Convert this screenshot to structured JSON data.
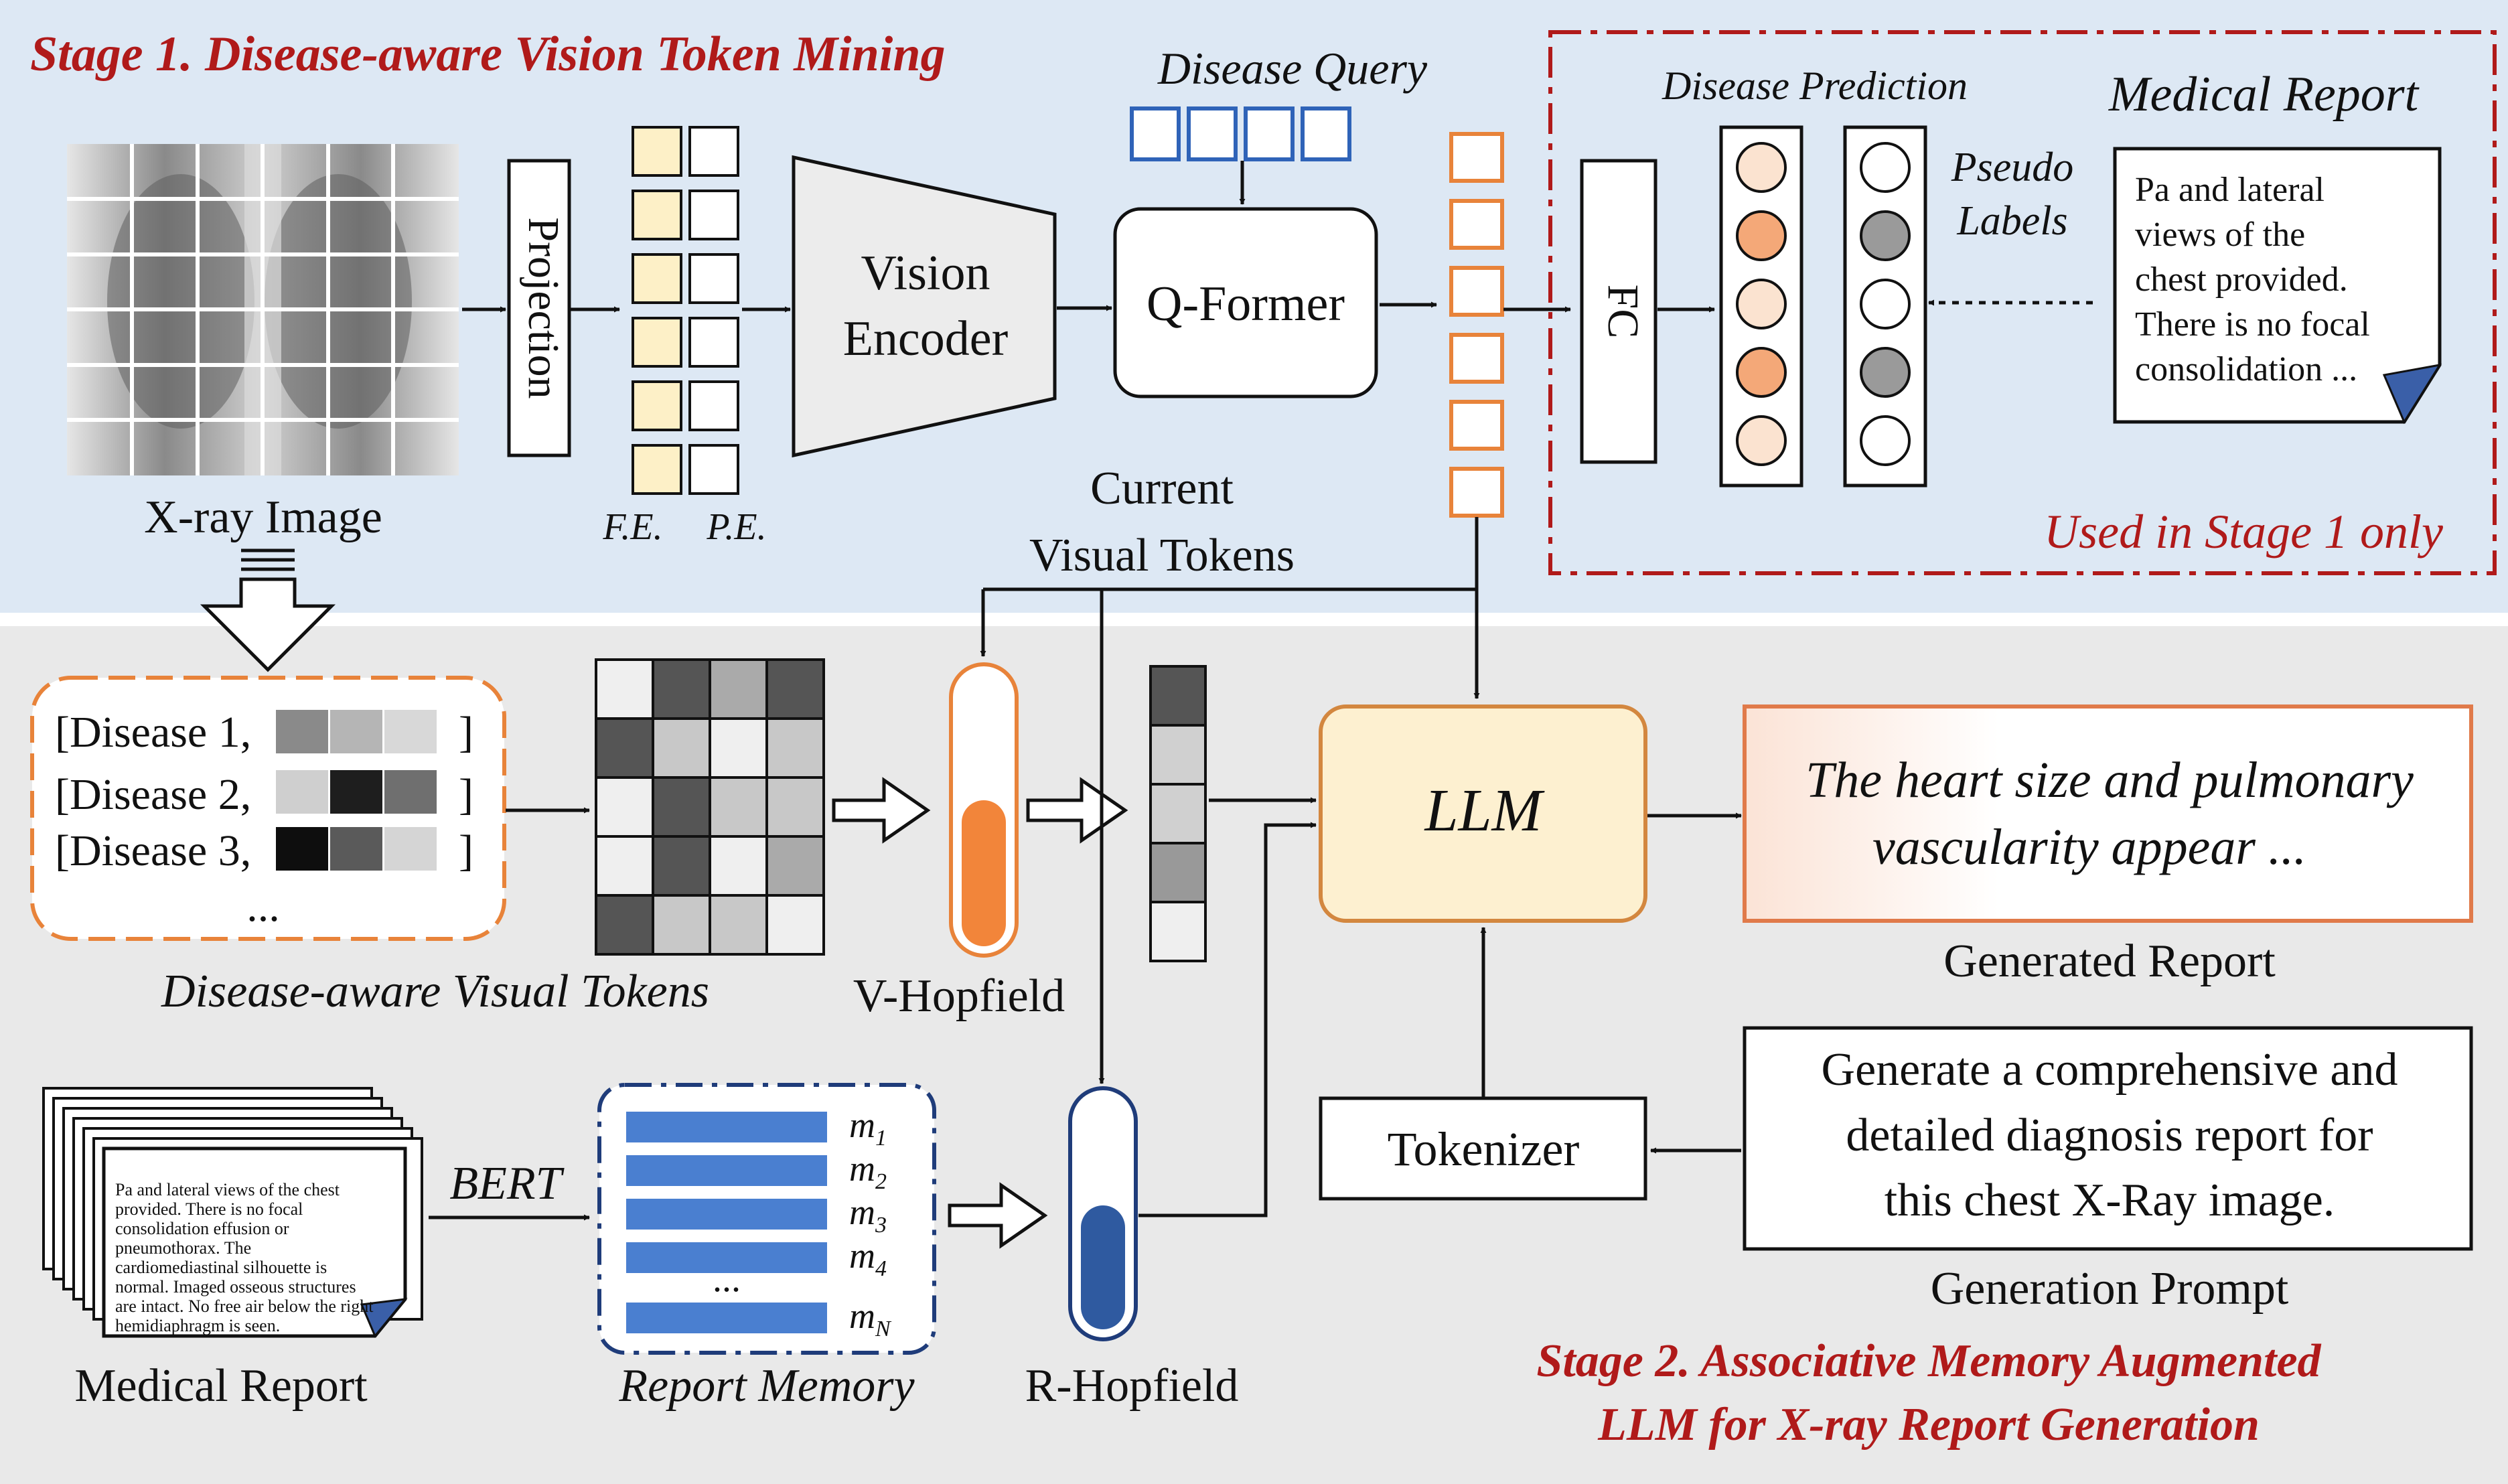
{
  "stage1": {
    "title": "Stage 1. Disease-aware Vision Token Mining",
    "xray_label": "X-ray Image",
    "projection": "Projection",
    "fe_label": "F.E.",
    "pe_label": "P.E.",
    "vision_encoder_line1": "Vision",
    "vision_encoder_line2": "Encoder",
    "disease_query": "Disease Query",
    "qformer": "Q-Former",
    "current_tokens_line1": "Current",
    "current_tokens_line2": "Visual Tokens",
    "disease_prediction": "Disease Prediction",
    "fc": "FC",
    "pseudo_line1": "Pseudo",
    "pseudo_line2": "Labels",
    "medical_report_title": "Medical Report",
    "report_lines": [
      "Pa and lateral",
      "views of the",
      "chest provided.",
      "There is no focal",
      "consolidation ..."
    ],
    "used_in_stage1": "Used in Stage 1 only"
  },
  "stage2": {
    "disease_rows": [
      "[Disease 1,",
      "[Disease 2,",
      "[Disease 3,"
    ],
    "bracket_close": "]",
    "ellipsis": "...",
    "disease_tokens_label": "Disease-aware Visual Tokens",
    "v_hopfield": "V-Hopfield",
    "r_hopfield": "R-Hopfield",
    "llm": "LLM",
    "generated_lines": [
      "The heart size and pulmonary",
      "vascularity appear ..."
    ],
    "generated_label": "Generated Report",
    "prompt_lines": [
      "Generate a comprehensive and",
      "detailed diagnosis report for",
      "this chest X-Ray image."
    ],
    "prompt_label": "Generation  Prompt",
    "tokenizer": "Tokenizer",
    "bert": "BERT",
    "memory_labels": [
      {
        "m": "m",
        "sub": "1"
      },
      {
        "m": "m",
        "sub": "2"
      },
      {
        "m": "m",
        "sub": "3"
      },
      {
        "m": "m",
        "sub": "4"
      },
      {
        "m": "m",
        "sub": "N"
      }
    ],
    "report_memory_label": "Report Memory",
    "medical_report_label": "Medical Report",
    "doc_lines": [
      "Pa and lateral views of the chest",
      "provided. There is no focal",
      "consolidation effusion or",
      "pneumothorax. The",
      "cardiomediastinal silhouette is",
      "normal. Imaged osseous structures",
      "are intact. No free air below the right",
      "hemidiaphragm is seen."
    ],
    "title_line1": "Stage 2. Associative Memory Augmented",
    "title_line2": "LLM for X-ray Report Generation"
  },
  "colors": {
    "stage1_bg": "#dde8f4",
    "stage2_bg": "#e9e9e9",
    "red": "#b01a1a",
    "orange": "#e8833a",
    "blue": "#2f63b8",
    "navy": "#1f3c7a",
    "fe_fill": "#fdf0c7",
    "llm_fill": "#fdf0d0"
  }
}
